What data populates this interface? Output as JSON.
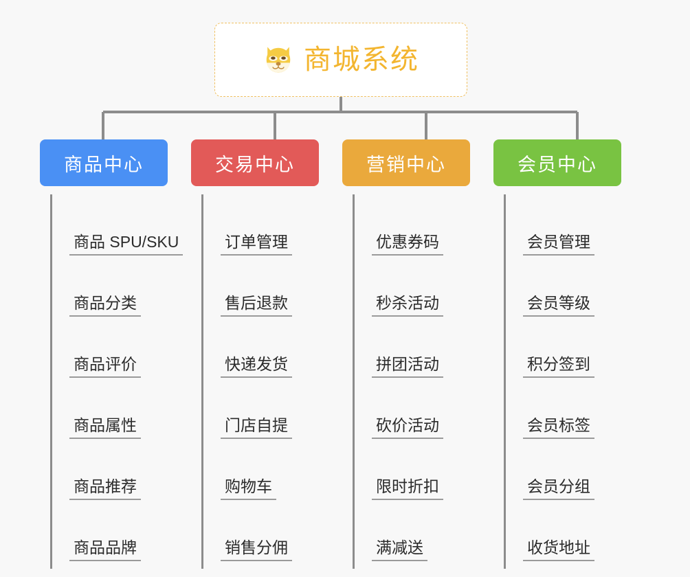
{
  "background_color": "#f8f8f8",
  "root": {
    "title": "商城系统",
    "icon": "shiba-dog-face-icon",
    "title_color": "#f3b52f",
    "border_color": "#f0c060",
    "background_color": "#ffffff"
  },
  "connector_color": "#8c8c8c",
  "branches": [
    {
      "label": "商品中心",
      "color": "#4a90f4",
      "items": [
        "商品 SPU/SKU",
        "商品分类",
        "商品评价",
        "商品属性",
        "商品推荐",
        "商品品牌"
      ]
    },
    {
      "label": "交易中心",
      "color": "#e25a58",
      "items": [
        "订单管理",
        "售后退款",
        "快递发货",
        "门店自提",
        "购物车",
        "销售分佣"
      ]
    },
    {
      "label": "营销中心",
      "color": "#eaa93c",
      "items": [
        "优惠券码",
        "秒杀活动",
        "拼团活动",
        "砍价活动",
        "限时折扣",
        "满减送"
      ]
    },
    {
      "label": "会员中心",
      "color": "#79c342",
      "items": [
        "会员管理",
        "会员等级",
        "积分签到",
        "会员标签",
        "会员分组",
        "收货地址"
      ]
    }
  ]
}
